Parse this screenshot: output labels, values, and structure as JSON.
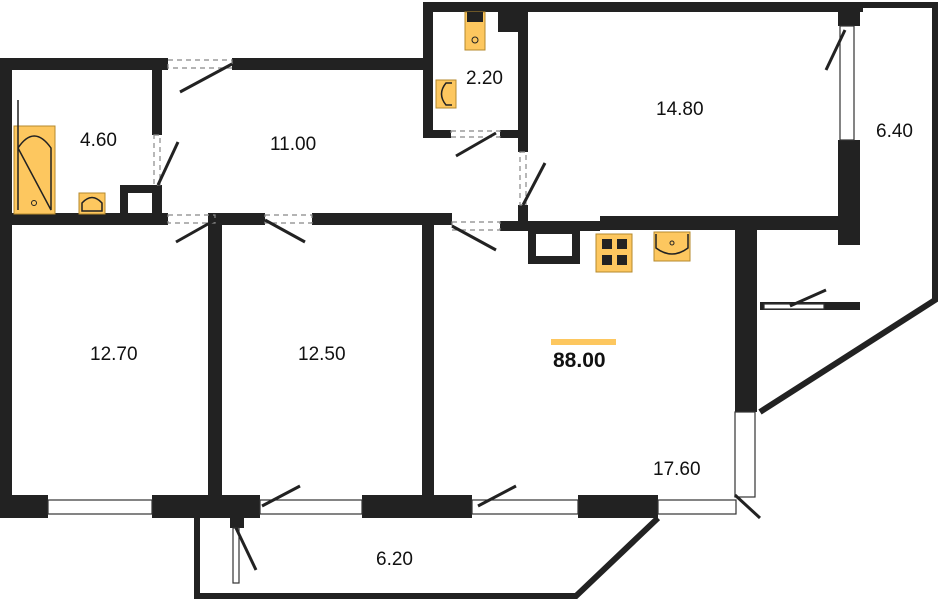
{
  "plan": {
    "total_area": "88.00",
    "accent_color": "#FDC75F",
    "wall_color": "#222222",
    "rooms": [
      {
        "name": "bathroom",
        "area": "4.60"
      },
      {
        "name": "hallway",
        "area": "11.00"
      },
      {
        "name": "toilet",
        "area": "2.20"
      },
      {
        "name": "bedroom-top-right",
        "area": "14.80"
      },
      {
        "name": "balcony-right",
        "area": "6.40"
      },
      {
        "name": "bedroom-left",
        "area": "12.70"
      },
      {
        "name": "bedroom-middle",
        "area": "12.50"
      },
      {
        "name": "kitchen-living",
        "area": "17.60"
      },
      {
        "name": "balcony-bottom",
        "area": "6.20"
      }
    ]
  }
}
